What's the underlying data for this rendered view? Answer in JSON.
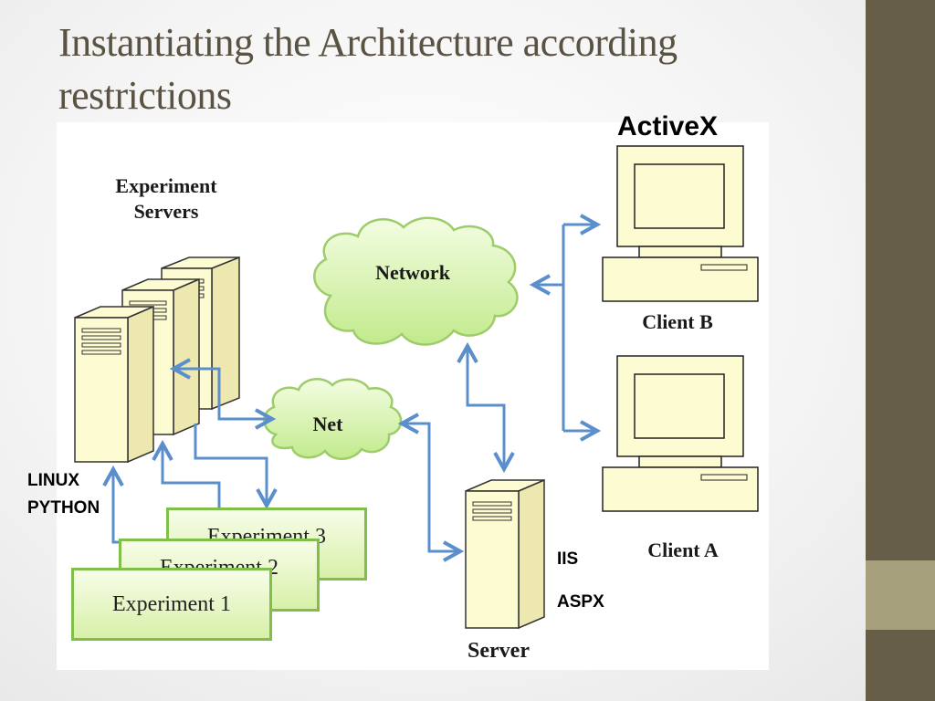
{
  "slide": {
    "title": "Instantiating the Architecture according restrictions"
  },
  "callouts": {
    "activex": "ActiveX",
    "linux": "LINUX",
    "python": "PYTHON",
    "iis": "IIS",
    "aspx": "ASPX"
  },
  "diagram": {
    "experiment_servers_line1": "Experiment",
    "experiment_servers_line2": "Servers",
    "network": "Network",
    "net": "Net",
    "client_b": "Client B",
    "client_a": "Client A",
    "server": "Server",
    "experiments": [
      "Experiment 1",
      "Experiment 2",
      "Experiment 3"
    ]
  },
  "colors": {
    "sidebar": "#675e47",
    "sidebar_accent": "#a7a07d",
    "arrow": "#5b8fcb",
    "cloud_fill": "#d4f2a8",
    "hardware_fill": "#fdfbd2"
  }
}
